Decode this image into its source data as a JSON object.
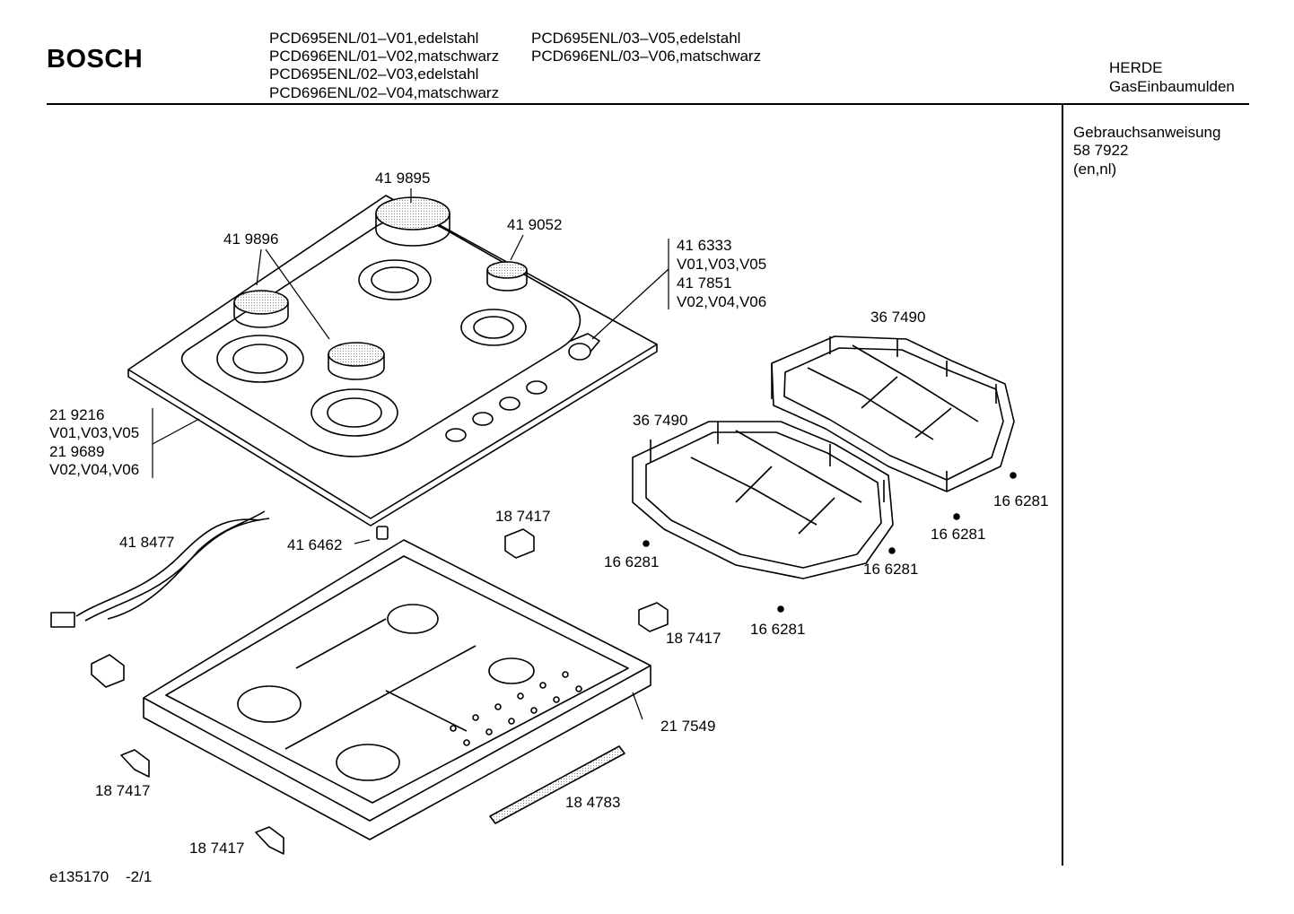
{
  "header": {
    "brand": "BOSCH",
    "models": [
      "PCD695ENL/01–V01,edelstahl",
      "PCD696ENL/01–V02,matschwarz",
      "PCD695ENL/02–V03,edelstahl",
      "PCD696ENL/02–V04,matschwarz",
      "PCD695ENL/03–V05,edelstahl",
      "PCD696ENL/03–V06,matschwarz"
    ],
    "category": "HERDE",
    "subcategory": "GasEinbaumulden"
  },
  "sidebar": {
    "doc_title": "Gebrauchsanweisung",
    "doc_number": "58 7922",
    "doc_langs": "(en,nl)"
  },
  "labels": {
    "burner_large": "41 9895",
    "burner_medium": "41 9896",
    "burner_small": "41 9052",
    "knob_a": "41 6333",
    "knob_a_var": "V01,V03,V05",
    "knob_b": "41 7851",
    "knob_b_var": "V02,V04,V06",
    "top_a": "21 9216",
    "top_a_var": "V01,V03,V05",
    "top_b": "21 9689",
    "top_b_var": "V02,V04,V06",
    "grate_right": "36 7490",
    "grate_left": "36 7490",
    "cable": "41 8477",
    "cap": "41 6462",
    "clip_top": "18 7417",
    "clip_right": "18 7417",
    "clip_left": "18 7417",
    "clip_bottom": "18 7417",
    "foot_1": "16 6281",
    "foot_2": "16 6281",
    "foot_3": "16 6281",
    "foot_4": "16 6281",
    "foot_5": "16 6281",
    "trough": "21 7549",
    "strip": "18 4783"
  },
  "footer": {
    "code": "e135170",
    "page": "-2/1"
  }
}
